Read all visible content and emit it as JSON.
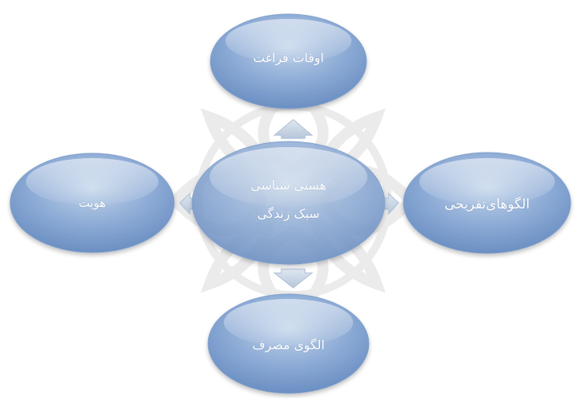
{
  "diagram": {
    "center": {
      "line1": "هستی شناسی",
      "line2": "سبک زندگی"
    },
    "top": {
      "label": "اوقات فراغت"
    },
    "bottom": {
      "label": "الگوی مصرف"
    },
    "left": {
      "label": "هویت"
    },
    "right": {
      "label": "الگوهای‌تفریحی"
    }
  },
  "colors": {
    "ellipse_light": "#b9cde5",
    "ellipse_mid": "#8eacd6",
    "ellipse_dark": "#5f86bd",
    "arrow": "#c8d4e4",
    "watermark": "#ececec"
  }
}
